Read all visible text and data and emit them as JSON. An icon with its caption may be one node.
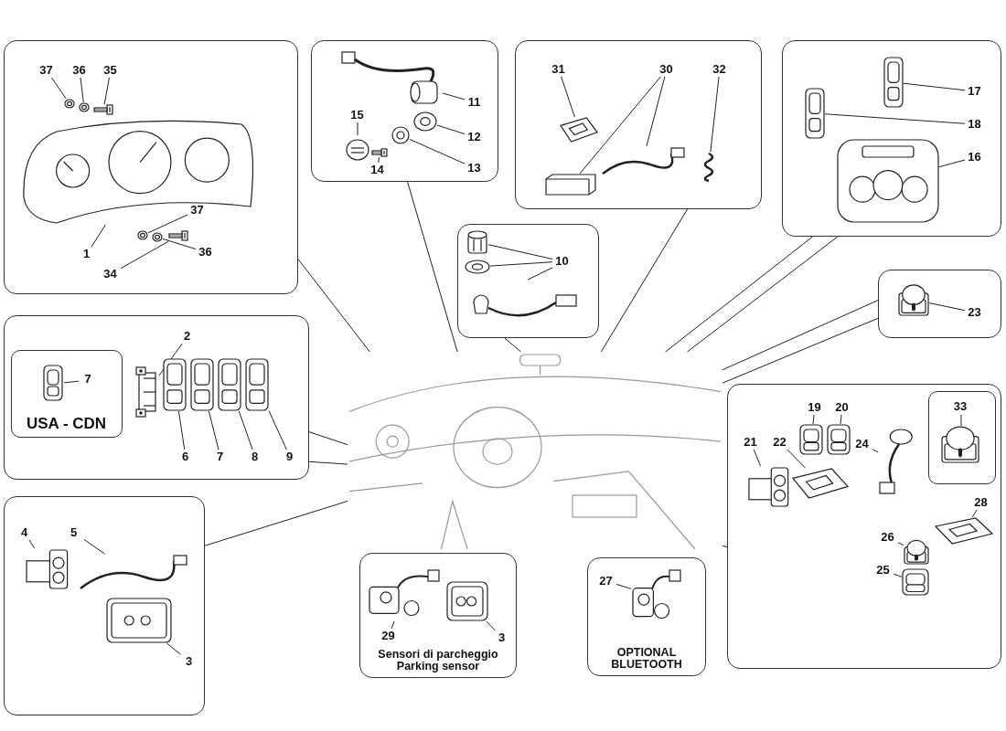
{
  "diagram": {
    "nodes": [
      {
        "text": [],
        "shape": "box"
      },
      {
        "text": [
          "37"
        ],
        "in": 0
      },
      {
        "text": [
          "36"
        ],
        "in": 0
      },
      {
        "text": [
          "35"
        ],
        "in": 0
      },
      {
        "text": [
          "37"
        ],
        "in": 0
      },
      {
        "text": [
          "36"
        ],
        "in": 0
      },
      {
        "text": [
          "34"
        ],
        "in": 0
      },
      {
        "text": [
          "1"
        ],
        "in": 0
      },
      {
        "text": [],
        "shape": "picture",
        "in": 0
      },
      {
        "text": [],
        "shape": "picture",
        "in": 0
      },
      {
        "text": [],
        "shape": "picture",
        "in": 0
      },
      {
        "text": [],
        "shape": "picture",
        "in": 0
      },
      {
        "text": [],
        "shape": "picture",
        "in": 0
      },
      {
        "text": [],
        "shape": "picture",
        "in": 0
      },
      {
        "text": [],
        "shape": "picture",
        "in": 0
      },
      {
        "text": [],
        "shape": "box"
      },
      {
        "text": [
          "11"
        ],
        "in": 15
      },
      {
        "text": [
          "12"
        ],
        "in": 15
      },
      {
        "text": [
          "15"
        ],
        "in": 15
      },
      {
        "text": [
          "14"
        ],
        "in": 15
      },
      {
        "text": [
          "13"
        ],
        "in": 15
      },
      {
        "text": [],
        "shape": "picture",
        "in": 15
      },
      {
        "text": [],
        "shape": "picture",
        "in": 15
      },
      {
        "text": [],
        "shape": "picture",
        "in": 15
      },
      {
        "text": [],
        "shape": "picture",
        "in": 15
      },
      {
        "text": [],
        "shape": "picture",
        "in": 15
      },
      {
        "text": [],
        "shape": "box"
      },
      {
        "text": [
          "31"
        ],
        "in": 26
      },
      {
        "text": [
          "30"
        ],
        "in": 26
      },
      {
        "text": [
          "32"
        ],
        "in": 26
      },
      {
        "text": [],
        "shape": "picture",
        "in": 26
      },
      {
        "text": [],
        "shape": "picture",
        "in": 26
      },
      {
        "text": [],
        "shape": "picture",
        "in": 26
      },
      {
        "text": [],
        "shape": "picture",
        "in": 26
      },
      {
        "text": [],
        "shape": "box"
      },
      {
        "text": [
          "17"
        ],
        "in": 34
      },
      {
        "text": [
          "18"
        ],
        "in": 34
      },
      {
        "text": [
          "16"
        ],
        "in": 34
      },
      {
        "text": [],
        "shape": "picture",
        "in": 34
      },
      {
        "text": [],
        "shape": "picture",
        "in": 34
      },
      {
        "text": [],
        "shape": "picture",
        "in": 34
      },
      {
        "text": [],
        "shape": "box"
      },
      {
        "text": [
          "10"
        ],
        "in": 41
      },
      {
        "text": [],
        "shape": "picture",
        "in": 41
      },
      {
        "text": [],
        "shape": "picture",
        "in": 41
      },
      {
        "text": [],
        "shape": "picture",
        "in": 41
      },
      {
        "text": [],
        "shape": "box"
      },
      {
        "text": [
          "23"
        ],
        "in": 46
      },
      {
        "text": [],
        "shape": "picture",
        "in": 46
      },
      {
        "text": [],
        "shape": "box"
      },
      {
        "text": [
          "2"
        ],
        "in": 49
      },
      {
        "text": [
          "6"
        ],
        "in": 49
      },
      {
        "text": [
          "7"
        ],
        "in": 49
      },
      {
        "text": [
          "8"
        ],
        "in": 49
      },
      {
        "text": [
          "9"
        ],
        "in": 49
      },
      {
        "text": [
          "USA - CDN"
        ],
        "in": 49
      },
      {
        "text": [
          "7"
        ],
        "in": 55
      },
      {
        "text": [],
        "shape": "picture",
        "in": 55
      },
      {
        "text": [],
        "shape": "picture",
        "in": 49
      },
      {
        "text": [],
        "shape": "picture",
        "in": 49
      },
      {
        "text": [],
        "shape": "picture",
        "in": 49
      },
      {
        "text": [],
        "shape": "picture",
        "in": 49
      },
      {
        "text": [],
        "shape": "picture",
        "in": 49
      },
      {
        "text": [],
        "shape": "box"
      },
      {
        "text": [
          "4"
        ],
        "in": 63
      },
      {
        "text": [
          "5"
        ],
        "in": 63
      },
      {
        "text": [
          "3"
        ],
        "in": 63
      },
      {
        "text": [],
        "shape": "picture",
        "in": 63
      },
      {
        "text": [],
        "shape": "picture",
        "in": 63
      },
      {
        "text": [],
        "shape": "picture",
        "in": 63
      },
      {
        "text": [
          "Sensori di parcheggio",
          "Parking sensor"
        ]
      },
      {
        "text": [
          "29"
        ],
        "in": 70
      },
      {
        "text": [
          "3"
        ],
        "in": 70
      },
      {
        "text": [],
        "shape": "picture",
        "in": 70
      },
      {
        "text": [],
        "shape": "picture",
        "in": 70
      },
      {
        "text": [
          "OPTIONAL BLUETOOTH"
        ]
      },
      {
        "text": [
          "27"
        ],
        "in": 75
      },
      {
        "text": [],
        "shape": "picture",
        "in": 75
      },
      {
        "text": [],
        "shape": "box"
      },
      {
        "text": [
          "21"
        ],
        "in": 78
      },
      {
        "text": [
          "22"
        ],
        "in": 78
      },
      {
        "text": [
          "19"
        ],
        "in": 78
      },
      {
        "text": [
          "20"
        ],
        "in": 78
      },
      {
        "text": [
          "24"
        ],
        "in": 78
      },
      {
        "text": [],
        "shape": "box",
        "in": 78
      },
      {
        "text": [
          "33"
        ],
        "in": 84
      },
      {
        "text": [],
        "shape": "picture",
        "in": 84
      },
      {
        "text": [
          "28"
        ],
        "in": 78
      },
      {
        "text": [
          "26"
        ],
        "in": 78
      },
      {
        "text": [
          "25"
        ],
        "in": 78
      },
      {
        "text": [],
        "shape": "picture",
        "in": 78
      },
      {
        "text": [],
        "shape": "picture",
        "in": 78
      },
      {
        "text": [],
        "shape": "picture",
        "in": 78
      },
      {
        "text": [],
        "shape": "picture",
        "in": 78
      },
      {
        "text": [],
        "shape": "picture",
        "in": 78
      },
      {
        "text": [],
        "shape": "picture",
        "in": 78
      },
      {
        "text": [],
        "shape": "picture",
        "in": 78
      },
      {
        "text": [],
        "shape": "picture",
        "in": 78
      },
      {
        "text": [],
        "shape": "picture"
      }
    ],
    "edges": [
      {
        "from": 1,
        "to": 9,
        "arrow": "none"
      },
      {
        "from": 2,
        "to": 10,
        "arrow": "none"
      },
      {
        "from": 3,
        "to": 11,
        "arrow": "none"
      },
      {
        "from": 4,
        "to": 12,
        "arrow": "none"
      },
      {
        "from": 5,
        "to": 13,
        "arrow": "none"
      },
      {
        "from": 6,
        "to": 14,
        "arrow": "none"
      },
      {
        "from": 7,
        "to": 8,
        "arrow": "none"
      },
      {
        "from": 16,
        "to": 21,
        "arrow": "none"
      },
      {
        "from": 17,
        "to": 22,
        "arrow": "none"
      },
      {
        "from": 18,
        "to": 23,
        "arrow": "none"
      },
      {
        "from": 19,
        "to": 24,
        "arrow": "none"
      },
      {
        "from": 20,
        "to": 25,
        "arrow": "none"
      },
      {
        "from": 27,
        "to": 30,
        "arrow": "none"
      },
      {
        "from": 28,
        "to": 31,
        "arrow": "none"
      },
      {
        "from": 28,
        "to": 32,
        "arrow": "none"
      },
      {
        "from": 29,
        "to": 33,
        "arrow": "none"
      },
      {
        "from": 35,
        "to": 38,
        "arrow": "none"
      },
      {
        "from": 36,
        "to": 39,
        "arrow": "none"
      },
      {
        "from": 37,
        "to": 40,
        "arrow": "none"
      },
      {
        "from": 42,
        "to": 43,
        "arrow": "none"
      },
      {
        "from": 42,
        "to": 44,
        "arrow": "none"
      },
      {
        "from": 42,
        "to": 45,
        "arrow": "none"
      },
      {
        "from": 47,
        "to": 48,
        "arrow": "none"
      },
      {
        "from": 50,
        "to": 58,
        "arrow": "none"
      },
      {
        "from": 51,
        "to": 59,
        "arrow": "none"
      },
      {
        "from": 52,
        "to": 60,
        "arrow": "none"
      },
      {
        "from": 53,
        "to": 61,
        "arrow": "none"
      },
      {
        "from": 54,
        "to": 62,
        "arrow": "none"
      },
      {
        "from": 56,
        "to": 57,
        "arrow": "none"
      },
      {
        "from": 64,
        "to": 67,
        "arrow": "none"
      },
      {
        "from": 65,
        "to": 68,
        "arrow": "none"
      },
      {
        "from": 66,
        "to": 69,
        "arrow": "none"
      },
      {
        "from": 71,
        "to": 73,
        "arrow": "none"
      },
      {
        "from": 72,
        "to": 74,
        "arrow": "none"
      },
      {
        "from": 76,
        "to": 77,
        "arrow": "none"
      },
      {
        "from": 79,
        "to": 90,
        "arrow": "none"
      },
      {
        "from": 80,
        "to": 91,
        "arrow": "none"
      },
      {
        "from": 81,
        "to": 92,
        "arrow": "none"
      },
      {
        "from": 82,
        "to": 93,
        "arrow": "none"
      },
      {
        "from": 83,
        "to": 94,
        "arrow": "none"
      },
      {
        "from": 85,
        "to": 86,
        "arrow": "none"
      },
      {
        "from": 87,
        "to": 95,
        "arrow": "none"
      },
      {
        "from": 88,
        "to": 96,
        "arrow": "none"
      },
      {
        "from": 89,
        "to": 97,
        "arrow": "none"
      },
      {
        "from": 0,
        "to": 98,
        "arrow": "none"
      },
      {
        "from": 15,
        "to": 98,
        "arrow": "none"
      },
      {
        "from": 26,
        "to": 98,
        "arrow": "none"
      },
      {
        "from": 34,
        "to": 98,
        "arrow": "none"
      },
      {
        "from": 34,
        "to": 98,
        "arrow": "none"
      },
      {
        "from": 41,
        "to": 98,
        "arrow": "none"
      },
      {
        "from": 46,
        "to": 98,
        "arrow": "none"
      },
      {
        "from": 46,
        "to": 98,
        "arrow": "none"
      },
      {
        "from": 49,
        "to": 98,
        "arrow": "none"
      },
      {
        "from": 49,
        "to": 98,
        "arrow": "none"
      },
      {
        "from": 63,
        "to": 98,
        "arrow": "none"
      },
      {
        "from": 78,
        "to": 98,
        "arrow": "none"
      }
    ]
  }
}
